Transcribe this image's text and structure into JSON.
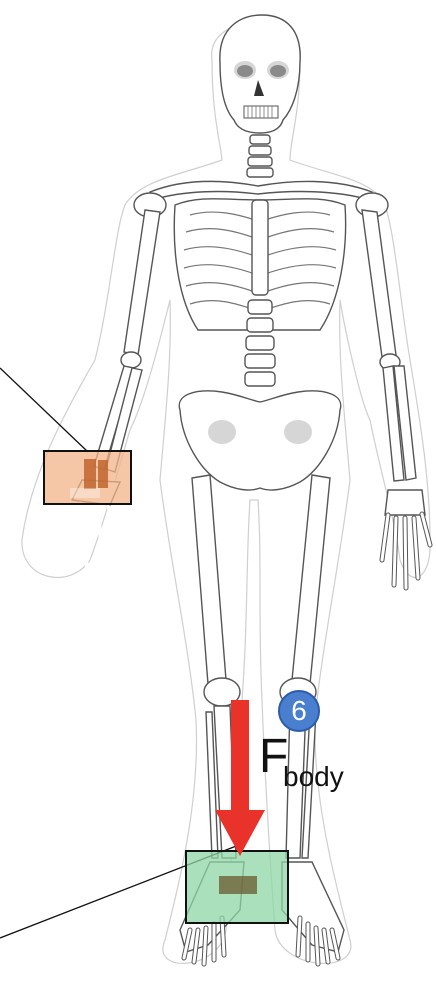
{
  "force_label": {
    "main": "F",
    "subscript": "body"
  },
  "step_badge": "6",
  "colors": {
    "force_arrow": "#e8322a",
    "wrist_box_fill": "#f2b48a",
    "ankle_box_fill": "#8ed6a6",
    "badge": "#4a7fd0",
    "bone_outline": "#5a5a5a",
    "bone_fill": "#ffffff",
    "bone_shade": "#d9d9d9",
    "body_outline": "#cfcfcf"
  },
  "icons": [
    "force-arrow",
    "step-number-badge",
    "wrist-highlight-box",
    "ankle-highlight-box"
  ]
}
